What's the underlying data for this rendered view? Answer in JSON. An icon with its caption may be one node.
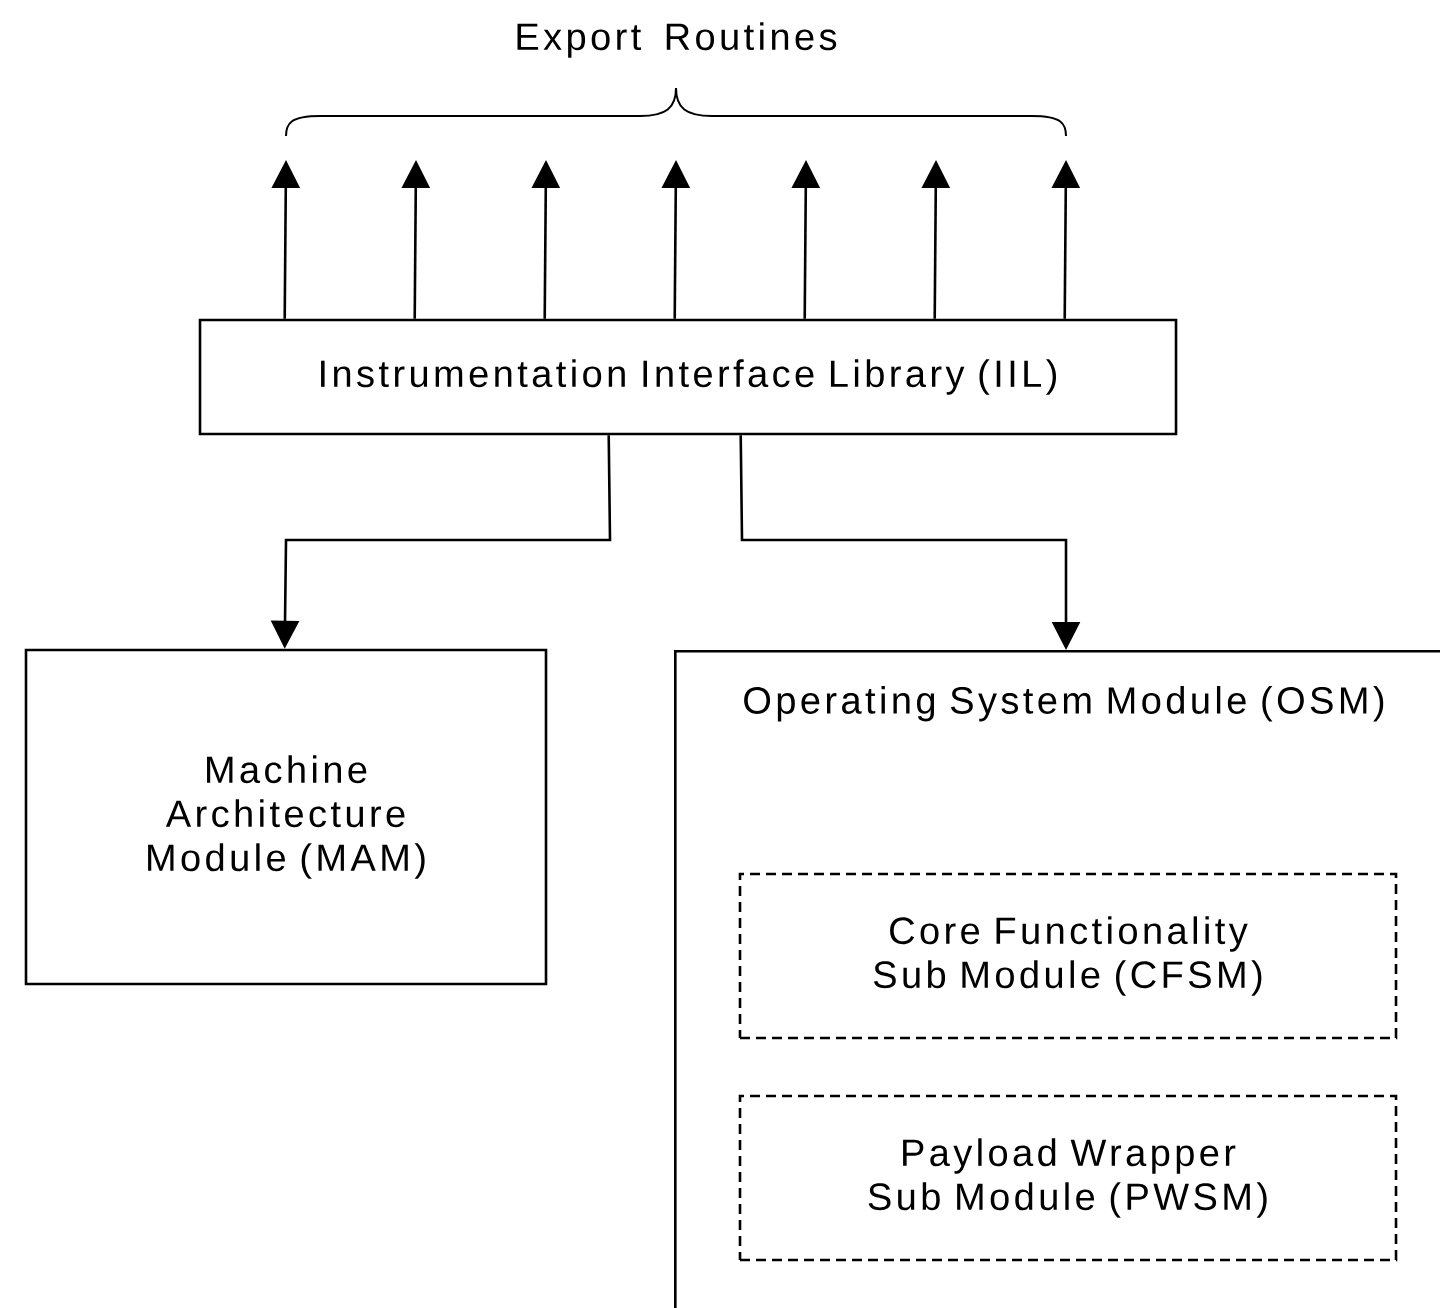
{
  "diagram": {
    "nodes": [
      {
        "text": [
          "Instrumentation Interface Library (IIL)"
        ]
      },
      {
        "text": [
          "Machine Architecture Module (MAM)"
        ]
      },
      {
        "text": [
          "Operating System Module (OSM)"
        ]
      },
      {
        "text": [
          "Core Functionality Sub Module (CFSM)"
        ],
        "in": 2
      },
      {
        "text": [
          "Payload Wrapper Sub Module (PWSM)"
        ],
        "in": 2
      }
    ],
    "edges": [
      {
        "from": 0,
        "to": null,
        "arrow": "to"
      },
      {
        "from": 0,
        "to": null,
        "arrow": "to"
      },
      {
        "from": 0,
        "to": null,
        "arrow": "to"
      },
      {
        "from": 0,
        "to": null,
        "arrow": "to"
      },
      {
        "from": 0,
        "to": null,
        "arrow": "to"
      },
      {
        "from": 0,
        "to": null,
        "arrow": "to"
      },
      {
        "from": 0,
        "to": null,
        "arrow": "to"
      },
      {
        "from": 0,
        "to": 1,
        "arrow": "to"
      },
      {
        "from": 0,
        "to": 2,
        "arrow": "to"
      }
    ],
    "labels": [
      "Export Routines"
    ]
  }
}
